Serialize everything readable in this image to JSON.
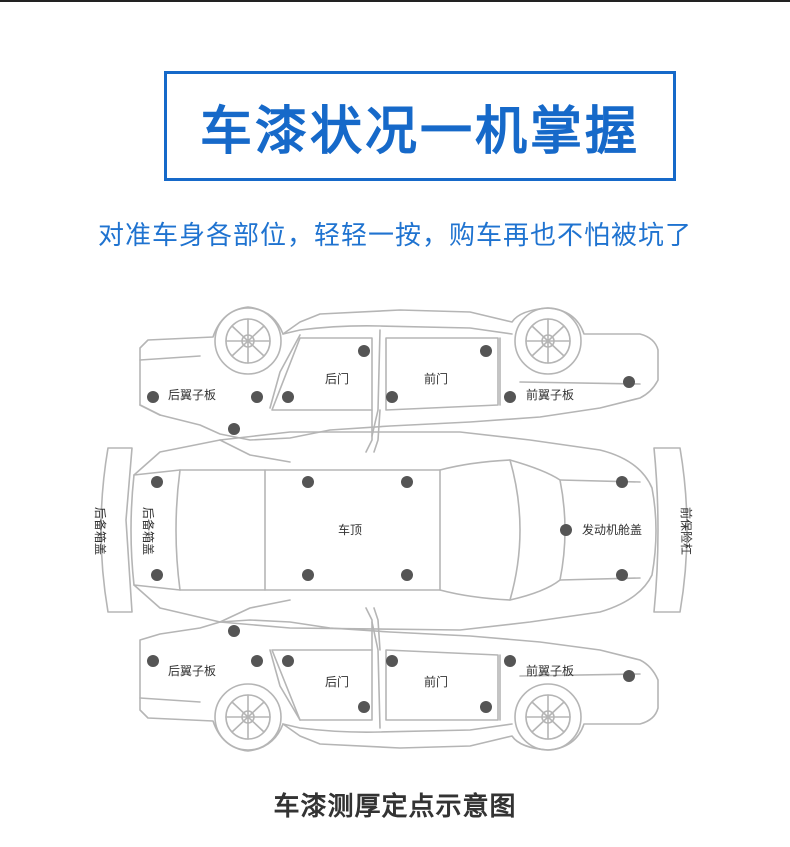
{
  "header": {
    "title": "车漆状况一机掌握",
    "subtitle": "对准车身各部位，轻轻一按，购车再也不怕被坑了"
  },
  "diagram": {
    "labels": {
      "top_rear_fender": "后翼子板",
      "top_rear_door": "后门",
      "top_front_door": "前门",
      "top_front_fender": "前翼子板",
      "rear_bumper": "后备箱盖",
      "trunk_lid": "后备箱盖",
      "roof": "车顶",
      "hood": "发动机舱盖",
      "front_bumper": "前保险杠",
      "bottom_rear_fender": "后翼子板",
      "bottom_rear_door": "后门",
      "bottom_front_door": "前门",
      "bottom_front_fender": "前翼子板"
    },
    "caption": "车漆测厚定点示意图"
  },
  "colors": {
    "accent": "#1669c9",
    "outline": "#b5b5b5",
    "dot": "#555555",
    "text": "#333333"
  }
}
